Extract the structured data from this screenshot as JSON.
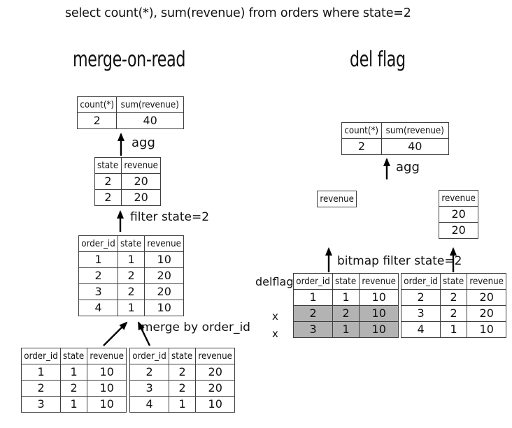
{
  "query": "select count(*), sum(revenue) from orders where state=2",
  "colors": {
    "deleted_row_bg": "#b3b3b3",
    "border": "#3f3f3f"
  },
  "left": {
    "title": "merge-on-read",
    "agg_label": "agg",
    "filter_label": "filter state=2",
    "merge_label": "merge by order_id",
    "result_table": {
      "headers": [
        "count(*)",
        "sum(revenue)"
      ],
      "rows": [
        [
          "2",
          "40"
        ]
      ]
    },
    "filtered_table": {
      "headers": [
        "state",
        "revenue"
      ],
      "rows": [
        [
          "2",
          "20"
        ],
        [
          "2",
          "20"
        ]
      ]
    },
    "merged_table": {
      "headers": [
        "order_id",
        "state",
        "revenue"
      ],
      "rows": [
        [
          "1",
          "1",
          "10"
        ],
        [
          "2",
          "2",
          "20"
        ],
        [
          "3",
          "2",
          "20"
        ],
        [
          "4",
          "1",
          "10"
        ]
      ]
    },
    "base_file_table": {
      "headers": [
        "order_id",
        "state",
        "revenue"
      ],
      "rows": [
        [
          "1",
          "1",
          "10"
        ],
        [
          "2",
          "2",
          "10"
        ],
        [
          "3",
          "1",
          "10"
        ]
      ]
    },
    "delta_file_table": {
      "headers": [
        "order_id",
        "state",
        "revenue"
      ],
      "rows": [
        [
          "2",
          "2",
          "20"
        ],
        [
          "3",
          "2",
          "20"
        ],
        [
          "4",
          "1",
          "10"
        ]
      ]
    }
  },
  "right": {
    "title": "del flag",
    "agg_label": "agg",
    "bitmap_label": "bitmap filter state=2",
    "delflag_label": "delflag",
    "deleted_marks": [
      "x",
      "x"
    ],
    "result_table": {
      "headers": [
        "count(*)",
        "sum(revenue)"
      ],
      "rows": [
        [
          "2",
          "40"
        ]
      ]
    },
    "revenue_empty_table": {
      "headers": [
        "revenue"
      ],
      "rows": []
    },
    "revenue_table": {
      "headers": [
        "revenue"
      ],
      "rows": [
        [
          "20"
        ],
        [
          "20"
        ]
      ]
    },
    "delflag_table": {
      "headers": [
        "order_id",
        "state",
        "revenue"
      ],
      "rows": [
        [
          "1",
          "1",
          "10"
        ],
        [
          "2",
          "2",
          "10"
        ],
        [
          "3",
          "1",
          "10"
        ]
      ],
      "deleted_rows": [
        1,
        2
      ]
    },
    "delta_file_table": {
      "headers": [
        "order_id",
        "state",
        "revenue"
      ],
      "rows": [
        [
          "2",
          "2",
          "20"
        ],
        [
          "3",
          "2",
          "20"
        ],
        [
          "4",
          "1",
          "10"
        ]
      ]
    }
  }
}
